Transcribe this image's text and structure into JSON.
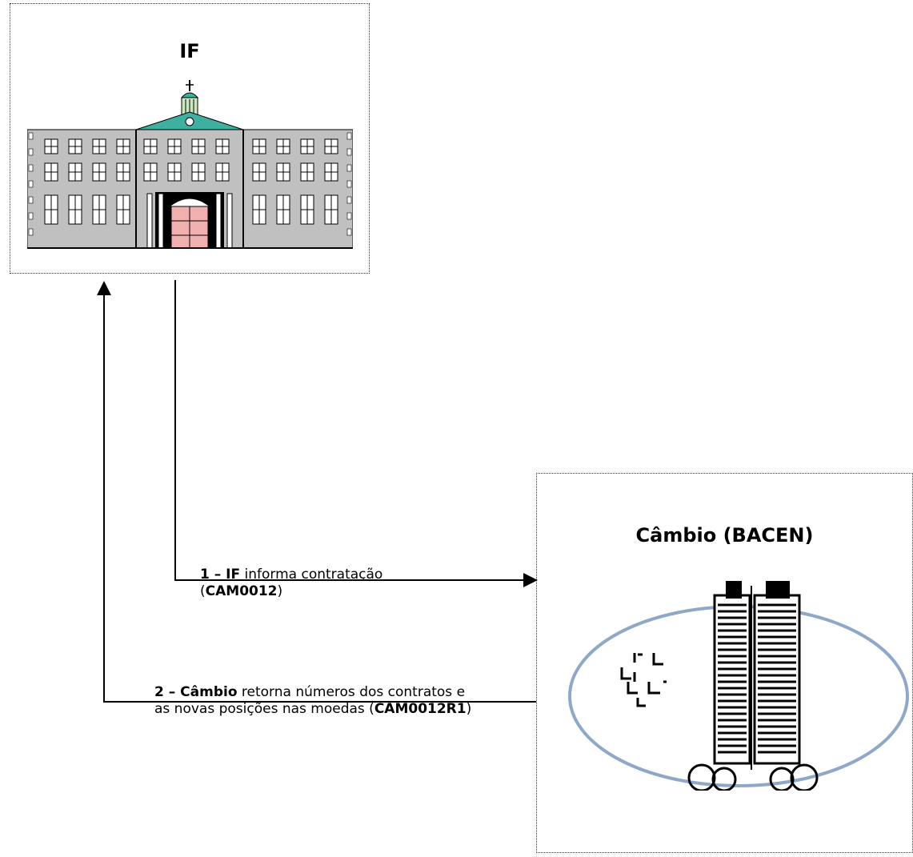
{
  "if_box": {
    "title": "IF"
  },
  "cambio_box": {
    "title": "Câmbio (BACEN)"
  },
  "step1": {
    "num": "1 – IF",
    "text": " informa contratação",
    "open": "(",
    "code": "CAM0012",
    "close": ")"
  },
  "step2": {
    "num": "2 – Câmbio",
    "text": " retorna números dos contratos e",
    "line2": "as novas posições nas moedas (",
    "code": "CAM0012R1",
    "close": ")"
  },
  "colors": {
    "building_wall": "#c0c0c0",
    "building_roof": "#3fb0a0",
    "door": "#f0b0b0",
    "logo_ellipse": "#8fa8c8"
  }
}
